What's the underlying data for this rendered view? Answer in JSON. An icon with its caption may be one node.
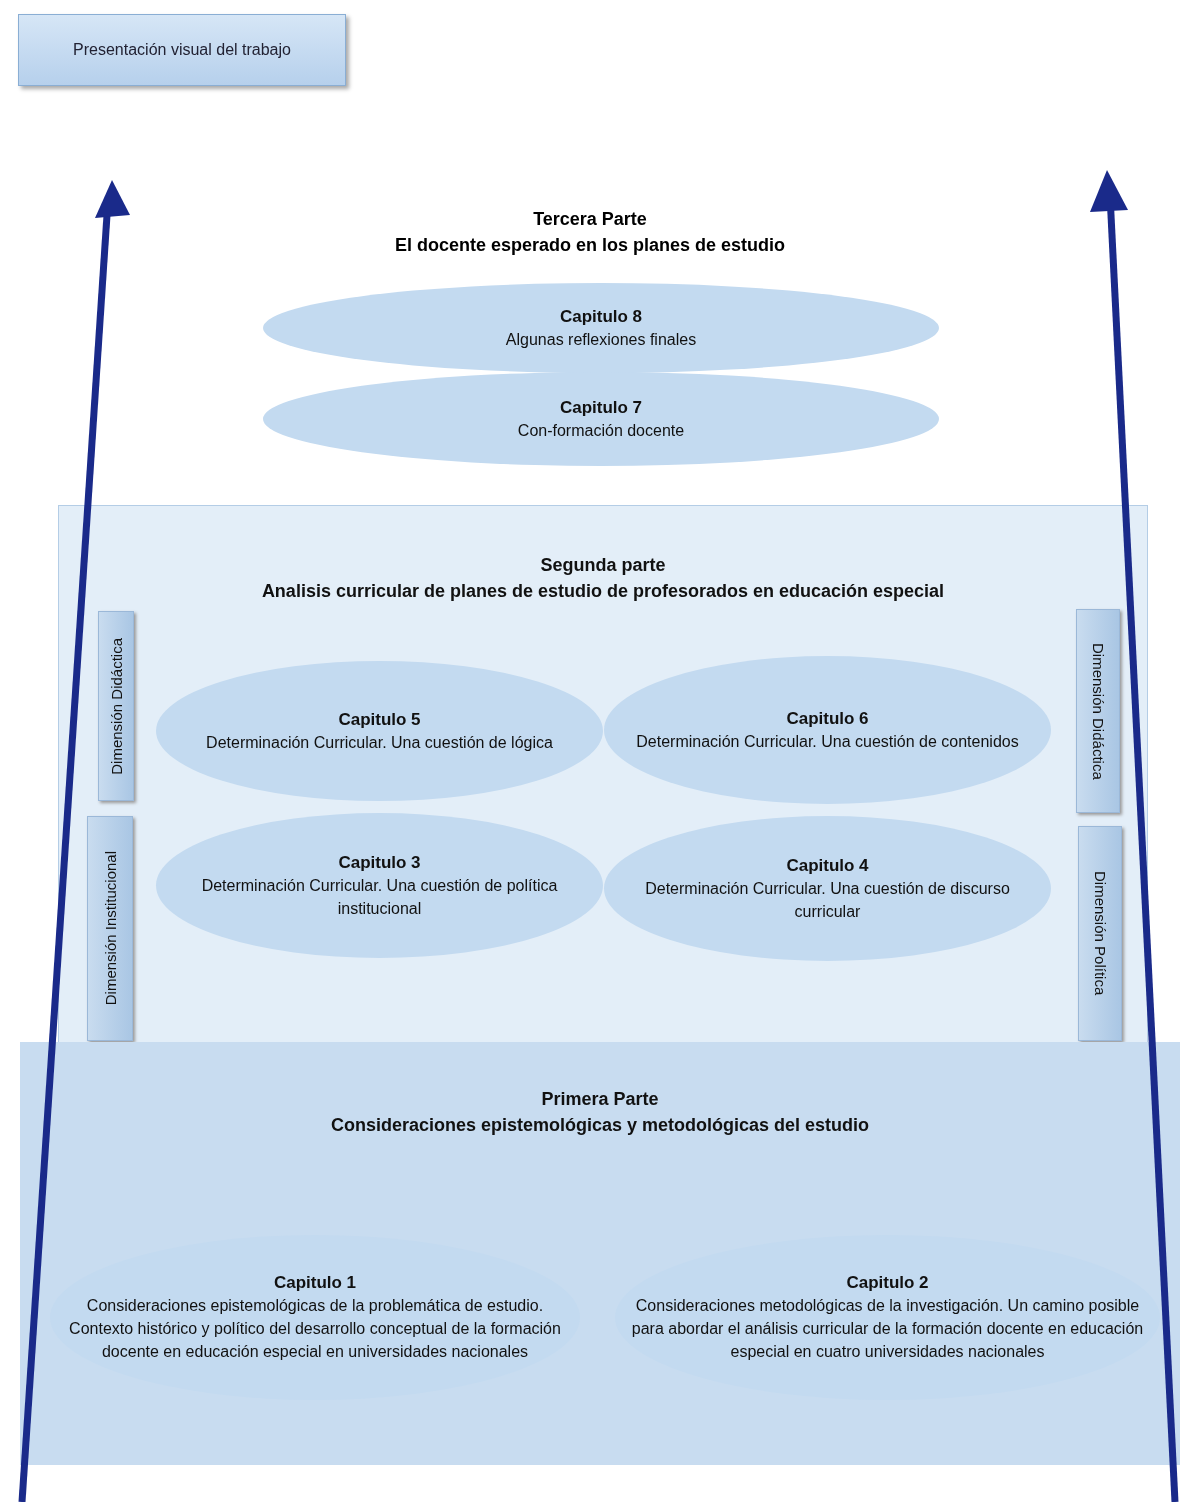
{
  "diagram": {
    "nodes": [
      {
        "text": [
          "Presentación visual del trabajo"
        ]
      },
      {
        "text": [
          "Capitulo 8",
          "Algunas reflexiones finales"
        ]
      },
      {
        "text": [
          "Capitulo 7",
          "Con-formación docente"
        ]
      },
      {
        "text": [
          "Segunda parte",
          "Analisis curricular de planes de estudio de profesorados en educación especial"
        ]
      },
      {
        "text": [
          "Dimensión Didáctica"
        ],
        "in": 3
      },
      {
        "text": [
          "Capitulo 5",
          "Determinación Curricular. Una cuestión de lógica"
        ],
        "in": 3
      },
      {
        "text": [
          "Capitulo 6",
          "Determinación Curricular. Una cuestión de contenidos"
        ],
        "in": 3
      },
      {
        "text": [
          "Dimensión Didáctica"
        ],
        "in": 3
      },
      {
        "text": [
          "Dimensión Institucional"
        ],
        "in": 3
      },
      {
        "text": [
          "Capitulo 3",
          "Determinación Curricular. Una cuestión de política institucional"
        ],
        "in": 3
      },
      {
        "text": [
          "Capitulo 4",
          "Determinación Curricular. Una cuestión de discurso curricular"
        ],
        "in": 3
      },
      {
        "text": [
          "Dimensión Política"
        ],
        "in": 3
      },
      {
        "text": [
          "Primera Parte",
          "Consideraciones epistemológicas y metodológicas del estudio"
        ]
      },
      {
        "text": [
          "Capitulo 1",
          "Consideraciones epistemológicas de la problemática de estudio. Contexto histórico y político del desarrollo conceptual de la formación docente en educación especial en universidades nacionales"
        ],
        "in": 12
      },
      {
        "text": [
          "Capitulo 2",
          "Consideraciones metodológicas de la investigación. Un camino posible para abordar el análisis curricular de la formación docente en educación especial en cuatro universidades nacionales"
        ],
        "in": 12
      }
    ],
    "edges": [],
    "labels": [
      "Tercera Parte",
      "El docente esperado en los planes de estudio"
    ]
  }
}
